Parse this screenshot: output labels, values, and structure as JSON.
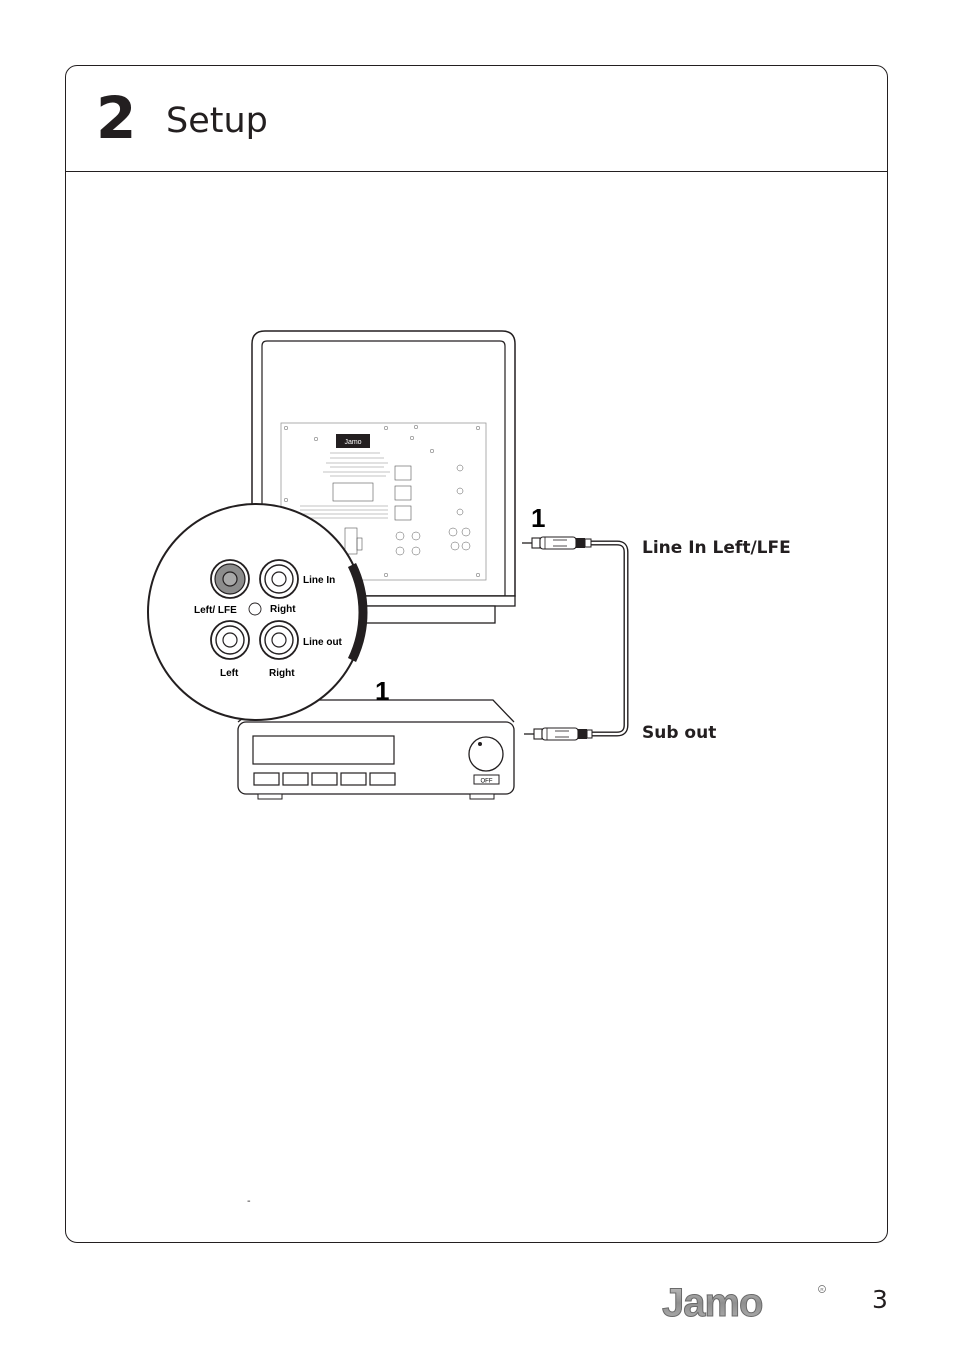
{
  "section": {
    "number": "2",
    "title": "Setup"
  },
  "diagram": {
    "step_upper": "1",
    "step_lower": "1",
    "label_line_in": "Line In Left/LFE",
    "label_sub_out": "Sub out",
    "panel": {
      "line_in": "Line In",
      "left_lfe": "Left/ LFE",
      "right_in": "Right",
      "line_out": "Line out",
      "left_out": "Left",
      "right_out": "Right"
    },
    "amp_button": "OFF",
    "sub_logo": "Jamo"
  },
  "footer": {
    "brand": "Jamo",
    "page": "3",
    "tick": "-"
  }
}
